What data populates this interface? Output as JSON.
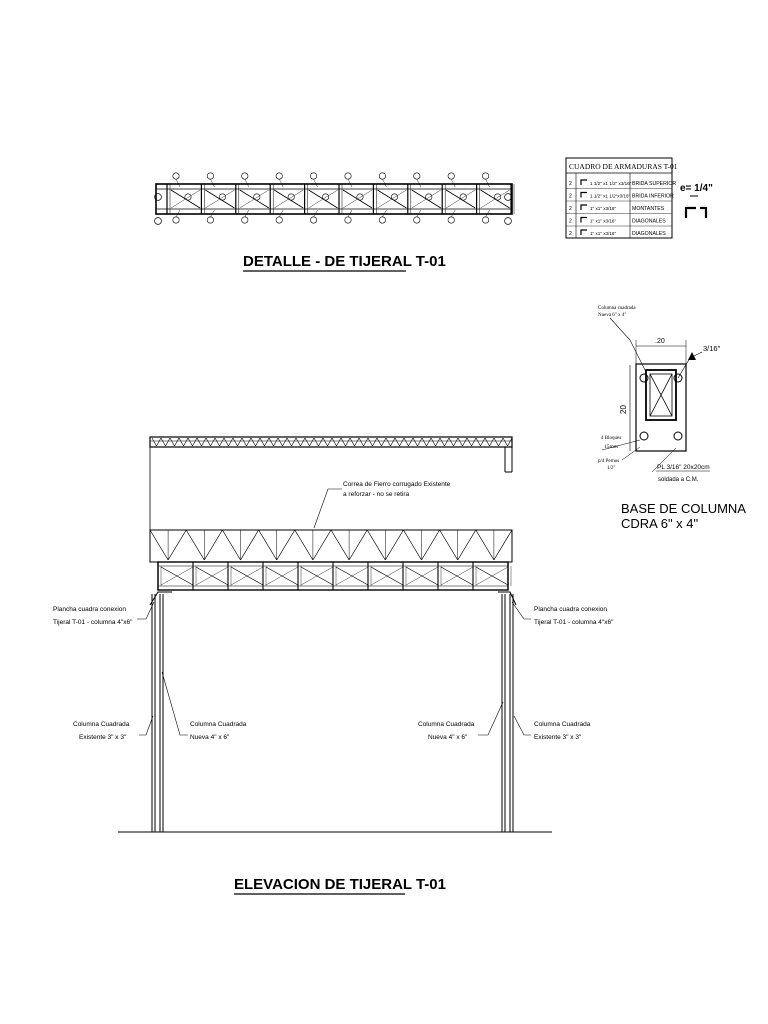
{
  "titles": {
    "detail": "DETALLE - DE TIJERAL T-01",
    "elevation": "ELEVACION DE TIJERAL T-01",
    "base": [
      "BASE DE COLUMNA",
      "CDRA 6\" x 4\""
    ]
  },
  "table": {
    "title": "CUADRO DE ARMADURAS T-01",
    "rows": [
      {
        "qty": "2",
        "size": "1 1/2\" x1 1/2\" x3/16\"",
        "desc": "BRIDA SUPERIOR"
      },
      {
        "qty": "2",
        "size": "1 1/2\" x1 1/2\"x3/16\"",
        "desc": "BRIDA INFERIOR"
      },
      {
        "qty": "2",
        "size": "1\" x1\" x3/16\"",
        "desc": "MONTANTES"
      },
      {
        "qty": "2",
        "size": "1\" x1\" x3/16\"",
        "desc": "DIAGONALES"
      },
      {
        "qty": "2",
        "size": "1\" x1\" x3/16\"",
        "desc": "DIAGONALES"
      }
    ],
    "thickness": "e= 1/4\""
  },
  "base": {
    "col_label": [
      "Columna cuadrada",
      "Nueva 6\" x 4\""
    ],
    "dim_top": ".20",
    "dim_side": "20",
    "weld": "3/16\"",
    "bolts": [
      "4 Bloques",
      "15mm"
    ],
    "anchors": [
      "p/4 Pernos",
      "1/2\""
    ],
    "plate": [
      "PL 3/16\" 20x20cm",
      "soldada a C.M."
    ]
  },
  "notes": {
    "purlin": [
      "Correa de Fierro corrugado Existente",
      "a reforzar - no se retira"
    ],
    "plate_left": [
      "Plancha cuadra conexion",
      "Tijeral T-01 - columna 4\"x6\""
    ],
    "plate_right": [
      "Plancha cuadra conexion",
      "Tijeral T-01 - columna 4\"x6\""
    ],
    "col_exist_left": [
      "Columna Cuadrada",
      "Existente 3\" x 3\""
    ],
    "col_new_left": [
      "Columna Cuadrada",
      "Nueva 4\" x 6\""
    ],
    "col_new_right": [
      "Columna Cuadrada",
      "Nueva 4\" x 6\""
    ],
    "col_exist_right": [
      "Columna Cuadrada",
      "Existente 3\" x 3\""
    ]
  }
}
